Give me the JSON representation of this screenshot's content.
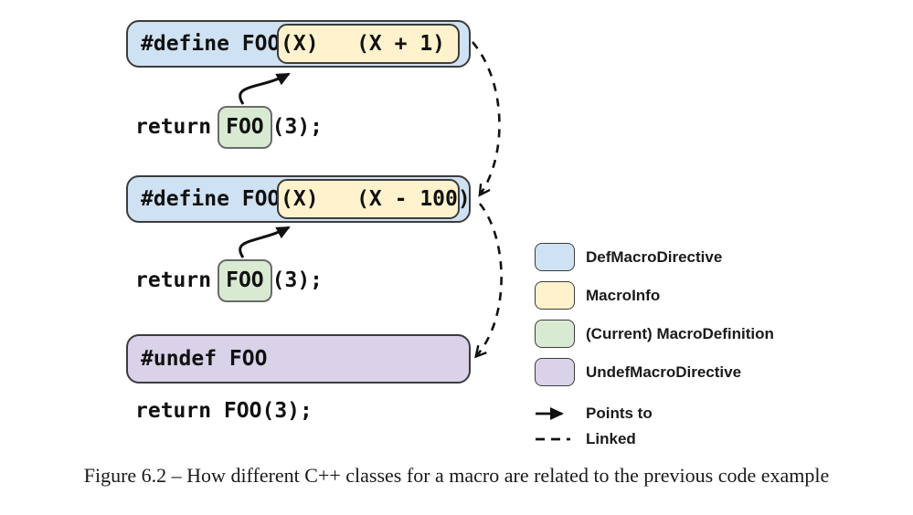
{
  "colors": {
    "def_macro_directive": "#cfe2f3",
    "macro_info": "#fff2cc",
    "macro_definition": "#d9ead3",
    "undef_macro_directive": "#d9d2e9",
    "box_border": "#3c3c3c",
    "connector": "#111111"
  },
  "diagram": {
    "block1": {
      "directive": "#define FOO",
      "macro_info": "(X)   (X + 1)",
      "call_prefix": "return",
      "call_macro": "FOO",
      "call_suffix": "(3);"
    },
    "block2": {
      "directive": "#define FOO",
      "macro_info": "(X)   (X - 100)",
      "call_prefix": "return",
      "call_macro": "FOO",
      "call_suffix": "(3);"
    },
    "block3": {
      "directive": "#undef FOO",
      "call": "return FOO(3);"
    }
  },
  "legend": {
    "items": [
      {
        "label": "DefMacroDirective",
        "color": "#cfe2f3"
      },
      {
        "label": "MacroInfo",
        "color": "#fff2cc"
      },
      {
        "label": "(Current) MacroDefinition",
        "color": "#d9ead3"
      },
      {
        "label": "UndefMacroDirective",
        "color": "#d9d2e9"
      }
    ],
    "points_to_label": "Points to",
    "linked_label": "Linked"
  },
  "caption": "Figure 6.2 – How different C++ classes for a macro are related to the previous code example"
}
